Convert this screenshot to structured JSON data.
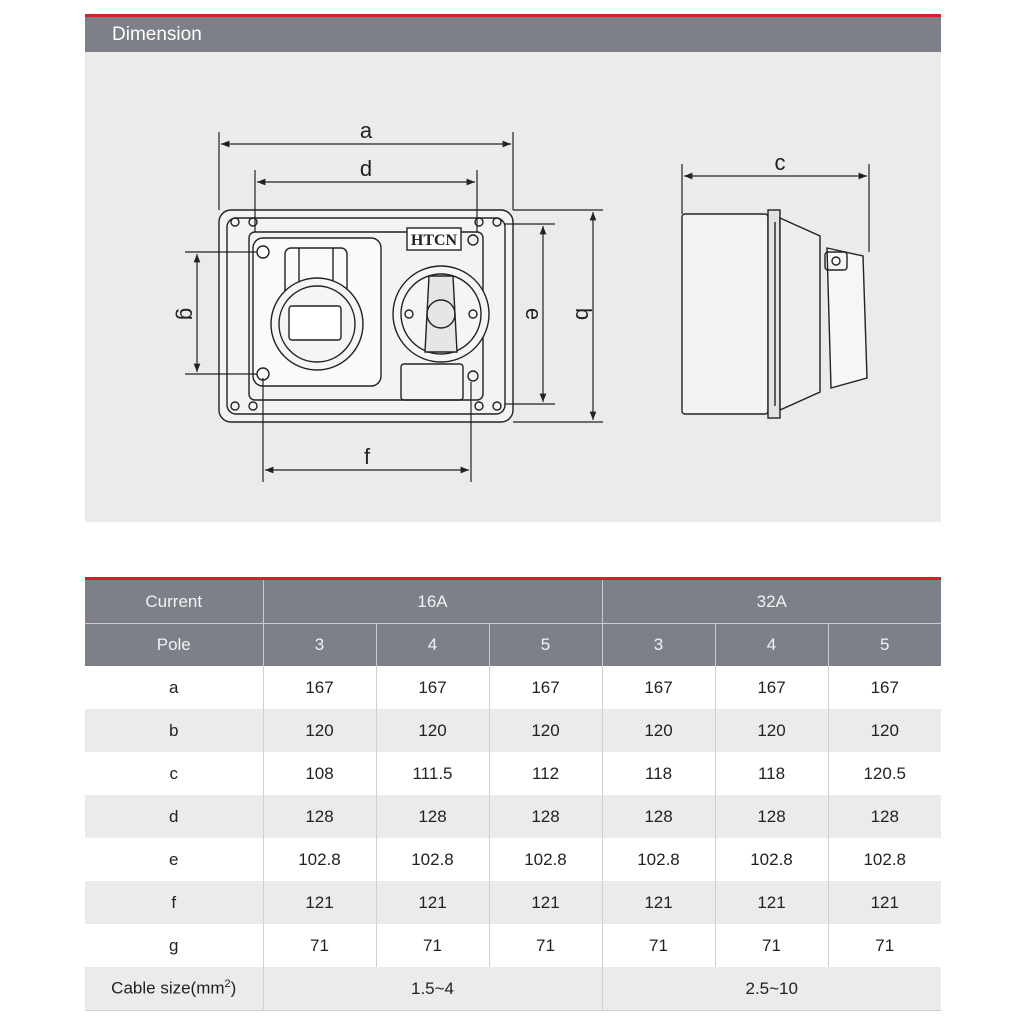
{
  "section_title": "Dimension",
  "drawing": {
    "labels": {
      "a": "a",
      "b": "b",
      "c": "c",
      "d": "d",
      "e": "e",
      "f": "f",
      "g": "g"
    },
    "logo_text": "HTCN"
  },
  "table": {
    "header_current_label": "Current",
    "current_groups": [
      "16A",
      "32A"
    ],
    "header_pole_label": "Pole",
    "poles": [
      "3",
      "4",
      "5",
      "3",
      "4",
      "5"
    ],
    "rows": [
      {
        "label": "a",
        "values": [
          "167",
          "167",
          "167",
          "167",
          "167",
          "167"
        ]
      },
      {
        "label": "b",
        "values": [
          "120",
          "120",
          "120",
          "120",
          "120",
          "120"
        ]
      },
      {
        "label": "c",
        "values": [
          "108",
          "111.5",
          "112",
          "118",
          "118",
          "120.5"
        ]
      },
      {
        "label": "d",
        "values": [
          "128",
          "128",
          "128",
          "128",
          "128",
          "128"
        ]
      },
      {
        "label": "e",
        "values": [
          "102.8",
          "102.8",
          "102.8",
          "102.8",
          "102.8",
          "102.8"
        ]
      },
      {
        "label": "f",
        "values": [
          "121",
          "121",
          "121",
          "121",
          "121",
          "121"
        ]
      },
      {
        "label": "g",
        "values": [
          "71",
          "71",
          "71",
          "71",
          "71",
          "71"
        ]
      }
    ],
    "cable_label": "Cable size(mm",
    "cable_label_sup": "2",
    "cable_label_end": ")",
    "cable_values": [
      "1.5~4",
      "2.5~10"
    ]
  },
  "colors": {
    "accent": "#d5202a",
    "header_gray": "#7d8088",
    "panel_gray": "#ebebeb"
  }
}
